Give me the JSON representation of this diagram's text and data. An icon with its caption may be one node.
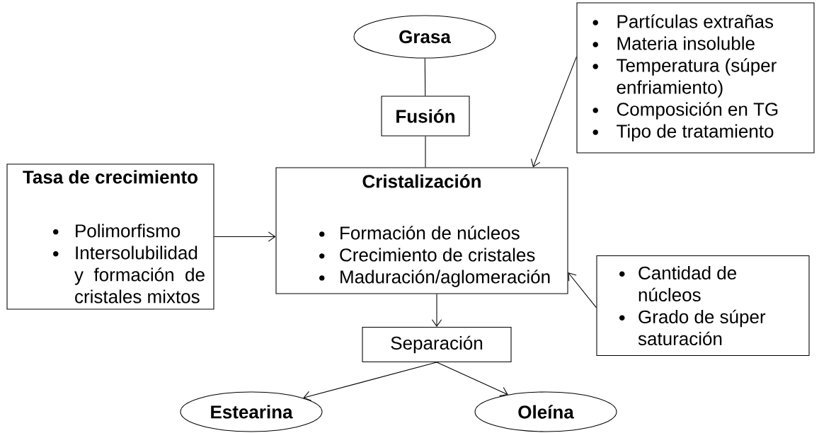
{
  "diagram": {
    "nodes": [
      {
        "text": [
          "Grasa"
        ]
      },
      {
        "text": [
          "Fusión"
        ]
      },
      {
        "text": [
          "Partículas extrañas",
          "Materia insoluble",
          "Temperatura (súper enfriamiento)",
          "Composición en TG",
          "Tipo de tratamiento"
        ]
      },
      {
        "text": [
          "Tasa de crecimiento",
          "Polimorfismo",
          "Intersolubilidad y formación de cristales mixtos"
        ]
      },
      {
        "text": [
          "Cristalización",
          "Formación de núcleos",
          "Crecimiento de cristales",
          "Maduración/aglomeración"
        ]
      },
      {
        "text": [
          "Cantidad de núcleos",
          "Grado de súper saturación"
        ]
      },
      {
        "text": [
          "Separación"
        ]
      },
      {
        "text": [
          "Estearina"
        ]
      },
      {
        "text": [
          "Oleína"
        ]
      }
    ],
    "edges": [
      {
        "from": 0,
        "to": 1,
        "arrow": "none"
      },
      {
        "from": 1,
        "to": 4,
        "arrow": "none"
      },
      {
        "from": 2,
        "to": 4,
        "arrow": "to"
      },
      {
        "from": 3,
        "to": 4,
        "arrow": "to"
      },
      {
        "from": 5,
        "to": 4,
        "arrow": "to"
      },
      {
        "from": 4,
        "to": 6,
        "arrow": "to"
      },
      {
        "from": 6,
        "to": 7,
        "arrow": "to"
      },
      {
        "from": 6,
        "to": 8,
        "arrow": "to"
      }
    ]
  }
}
